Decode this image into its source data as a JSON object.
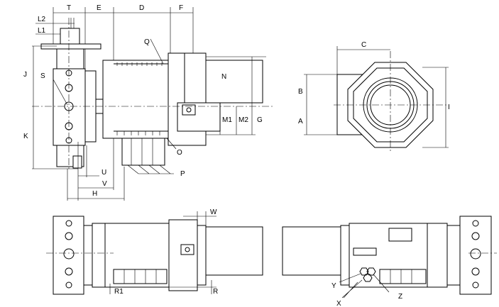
{
  "title": "Rotary actuator dimension drawing",
  "labels": {
    "T": "T",
    "E": "E",
    "D": "D",
    "F": "F",
    "L2": "L2",
    "L1": "L1",
    "Q": "Q",
    "J": "J",
    "S": "S",
    "N": "N",
    "M1": "M1",
    "M2": "M2",
    "G": "G",
    "K": "K",
    "O": "O",
    "U": "U",
    "V": "V",
    "H": "H",
    "P": "P",
    "C": "C",
    "B": "B",
    "A": "A",
    "I": "I",
    "W": "W",
    "R1": "R1",
    "R": "R",
    "Y": "Y",
    "Z": "Z",
    "X": "X"
  }
}
